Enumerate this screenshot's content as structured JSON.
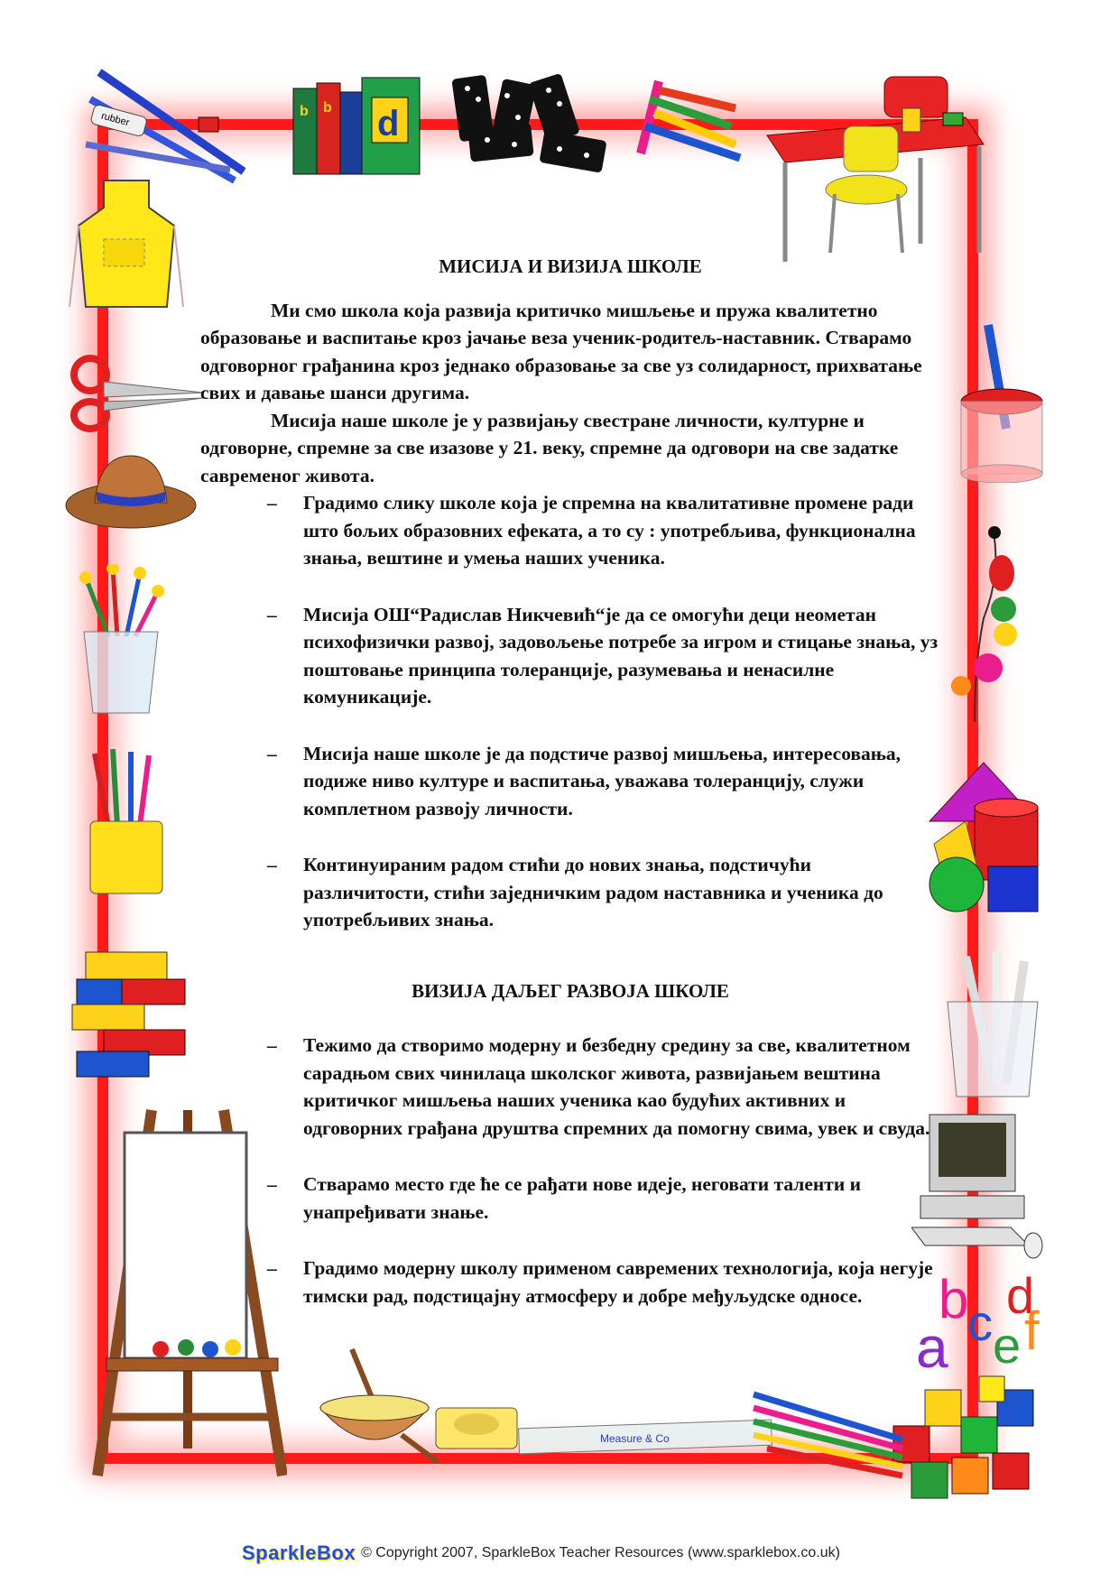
{
  "document": {
    "title": "МИСИЈА И ВИЗИЈА ШКОЛЕ",
    "paragraphs": [
      "Ми смо школа која развија критичко мишљење и пружа квалитетно образовање и васпитање кроз јачање веза ученик-родитељ-наставник. Стварамо одговорног грађанина кроз једнако образовање за све уз солидарност, прихватање свих и давање шанси другима.",
      "Мисија наше школе је у развијању свестране личности, културне и одговорне, спремне за све изазове у 21. веку, спремне да одговори на све задатке савременог живота."
    ],
    "bullets_1": [
      "Градимо слику школе која је спремна на квалитативне промене ради што бољих образовних ефеката, а то су : употребљива, функционална знања, вештине и умења наших ученика.",
      "Мисија ОШ“Радислав Никчевић“је да се омогући деци неометан психофизички развој, задовољење потребе за игром и стицање знања, уз поштовање принципа толеранције, разумевања и ненасилне комуникације.",
      "Мисија наше школе је да подстиче развој мишљења, интересовања, подиже ниво културе и васпитања, уважава толеранцију, служи комплетном развоју личности.",
      "Континуираним радом стићи до нових знања, подстичући различитости,  стићи заједничким радом наставника и ученика до употребљивих знања."
    ],
    "subtitle": "ВИЗИЈА ДАЉЕГ РАЗВОЈА ШКОЛЕ",
    "bullets_2": [
      "Тежимо да створимо модерну и безбедну средину за све, квалитетном сарадњом свих чинилаца школског живота, развијањем вештина критичког мишљења  наших ученика као  будућих активних и одговорних грађана друштва спремних да помогну свима, увек и свуда.",
      "Стварамо место где ће се рађати нове идеје, неговати таленти и унапређивати  знање.",
      "Градимо модерну школу применом савремених технологија, која негује тимски рад, подстицајну  атмосферу и добре међуљудске односе."
    ],
    "dash": "–"
  },
  "decor": {
    "book_letters": [
      "b",
      "b",
      "d"
    ],
    "alphabet_letters": [
      "b",
      "c",
      "d",
      "a",
      "e",
      "f"
    ],
    "ruler_label": "Measure & Co",
    "eraser_label": "rubber"
  },
  "footer": {
    "brand": "SparkleBox",
    "copyright": "© Copyright 2007, SparkleBox Teacher Resources (www.sparklebox.co.uk)"
  }
}
